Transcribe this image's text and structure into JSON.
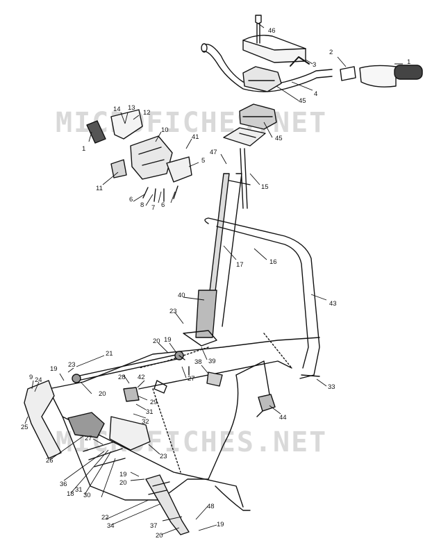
{
  "watermark": {
    "text": "MICROFICHES.NET",
    "color": "#d9d9d9"
  },
  "colors": {
    "ink": "#111111",
    "shade": "#333333",
    "paper": "#ffffff"
  },
  "callouts": [
    "46",
    "3",
    "2",
    "1",
    "4",
    "45",
    "45",
    "14",
    "13",
    "12",
    "1",
    "10",
    "41",
    "5",
    "11",
    "6",
    "8",
    "7",
    "6",
    "47",
    "15",
    "16",
    "17",
    "43",
    "40",
    "23",
    "20",
    "19",
    "39",
    "38",
    "27",
    "21",
    "23",
    "19",
    "20",
    "9",
    "24",
    "25",
    "28",
    "42",
    "29",
    "31",
    "32",
    "33",
    "44",
    "26",
    "27",
    "23",
    "36",
    "18",
    "31",
    "30",
    "19",
    "20",
    "22",
    "34",
    "37",
    "48",
    "20",
    "19"
  ]
}
